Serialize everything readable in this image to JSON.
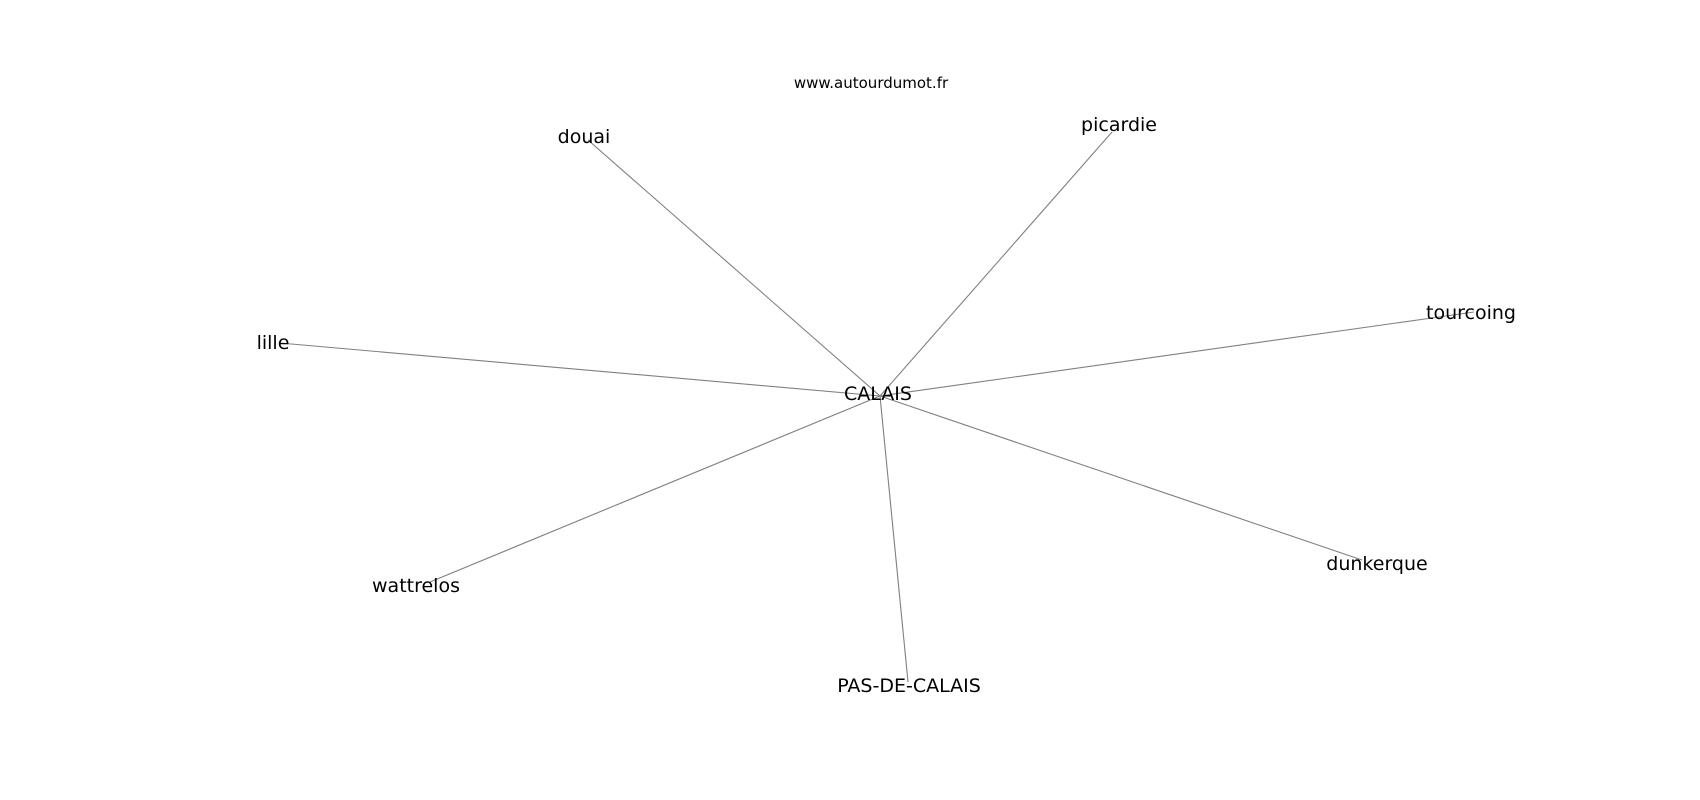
{
  "watermark": "www.autourdumot.fr",
  "graph": {
    "center": "CALAIS",
    "neighbors": [
      "douai",
      "picardie",
      "tourcoing",
      "lille",
      "dunkerque",
      "wattrelos",
      "PAS-DE-CALAIS"
    ]
  },
  "colors": {
    "edge": "#808080",
    "text": "#000000",
    "background": "#ffffff"
  }
}
